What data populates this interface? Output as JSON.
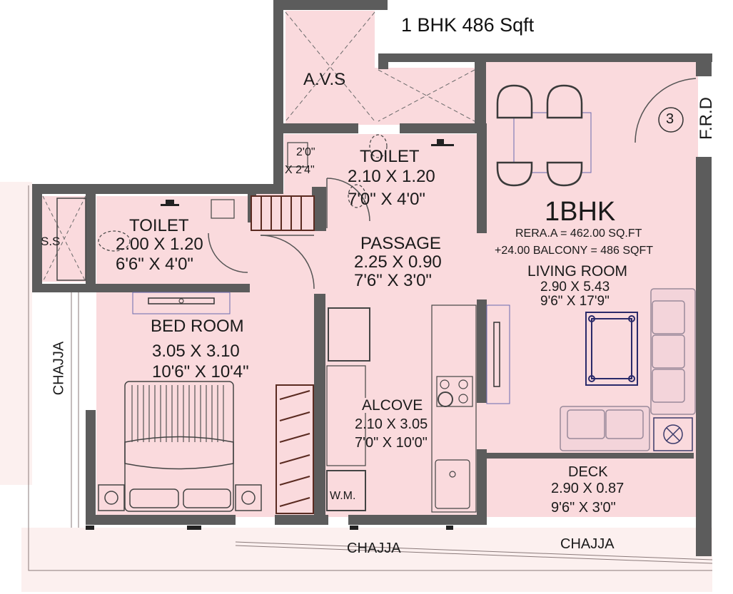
{
  "title": "1 BHK 486 Sqft",
  "unit": {
    "name": "1BHK",
    "rera": "RERA.A = 462.00 SQ.FT",
    "balcony": "+24.00 BALCONY = 486 SQFT"
  },
  "fire_door": {
    "label": "F.R.D",
    "number": "3"
  },
  "rooms": {
    "avs": {
      "name": "A.V.S"
    },
    "toilet_top": {
      "name": "TOILET",
      "metric": "2.10 X 1.20",
      "imperial": "7'0\" X 4'0\""
    },
    "duct": {
      "line1": "2'0\"",
      "line2": "X 2'4\""
    },
    "toilet_left": {
      "name": "TOILET",
      "metric": "2.00 X 1.20",
      "imperial": "6'6\" X 4'0\""
    },
    "ss": {
      "name": "S.S"
    },
    "passage": {
      "name": "PASSAGE",
      "metric": "2.25 X 0.90",
      "imperial": "7'6\" X 3'0\""
    },
    "living": {
      "name": "LIVING ROOM",
      "metric": "2.90 X 5.43",
      "imperial": "9'6\" X 17'9\""
    },
    "bedroom": {
      "name": "BED ROOM",
      "metric": "3.05 X 3.10",
      "imperial": "10'6\" X 10'4\""
    },
    "alcove": {
      "name": "ALCOVE",
      "metric": "2.10 X 3.05",
      "imperial": "7'0\" X 10'0\""
    },
    "wm": {
      "name": "W.M."
    },
    "deck": {
      "name": "DECK",
      "metric": "2.90 X 0.87",
      "imperial": "9'6\" X 3'0\""
    }
  },
  "chajja": {
    "left": "CHAJJA",
    "bottom_center": "CHAJJA",
    "bottom_right": "CHAJJA"
  },
  "colors": {
    "floor": "#fadadd",
    "wall": "#5a5a5a",
    "outline": "#7a6a6a",
    "furniture": "#3a3a8a"
  }
}
